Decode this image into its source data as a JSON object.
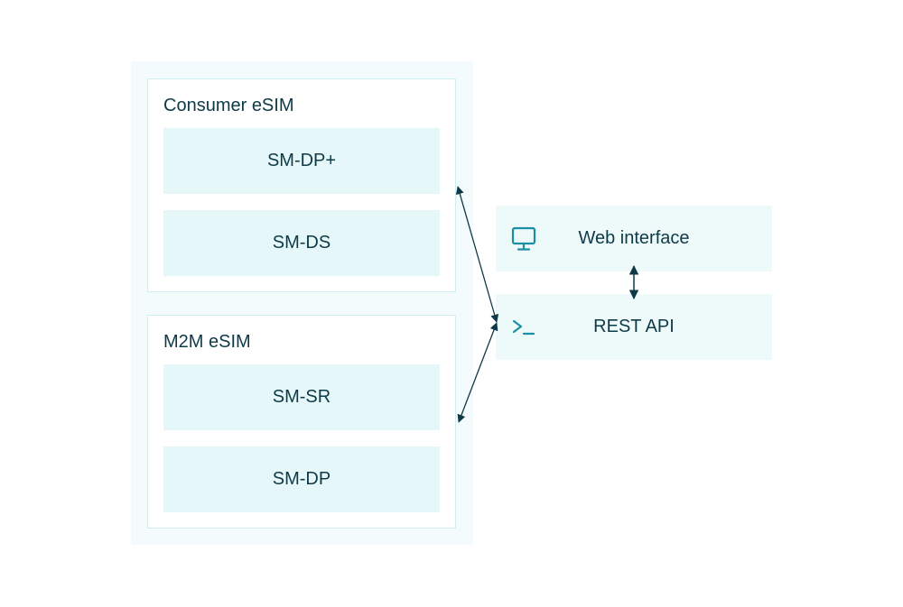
{
  "consumer": {
    "title": "Consumer eSIM",
    "blocks": [
      "SM-DP+",
      "SM-DS"
    ]
  },
  "m2m": {
    "title": "M2M eSIM",
    "blocks": [
      "SM-SR",
      "SM-DP"
    ]
  },
  "web_interface": {
    "label": "Web interface",
    "icon": "monitor-icon"
  },
  "rest_api": {
    "label": "REST API",
    "icon": "terminal-icon"
  },
  "colors": {
    "text": "#0e3a47",
    "icon": "#1b8fa3",
    "block_fill": "#e6f7f9",
    "border": "#cdeff2"
  }
}
